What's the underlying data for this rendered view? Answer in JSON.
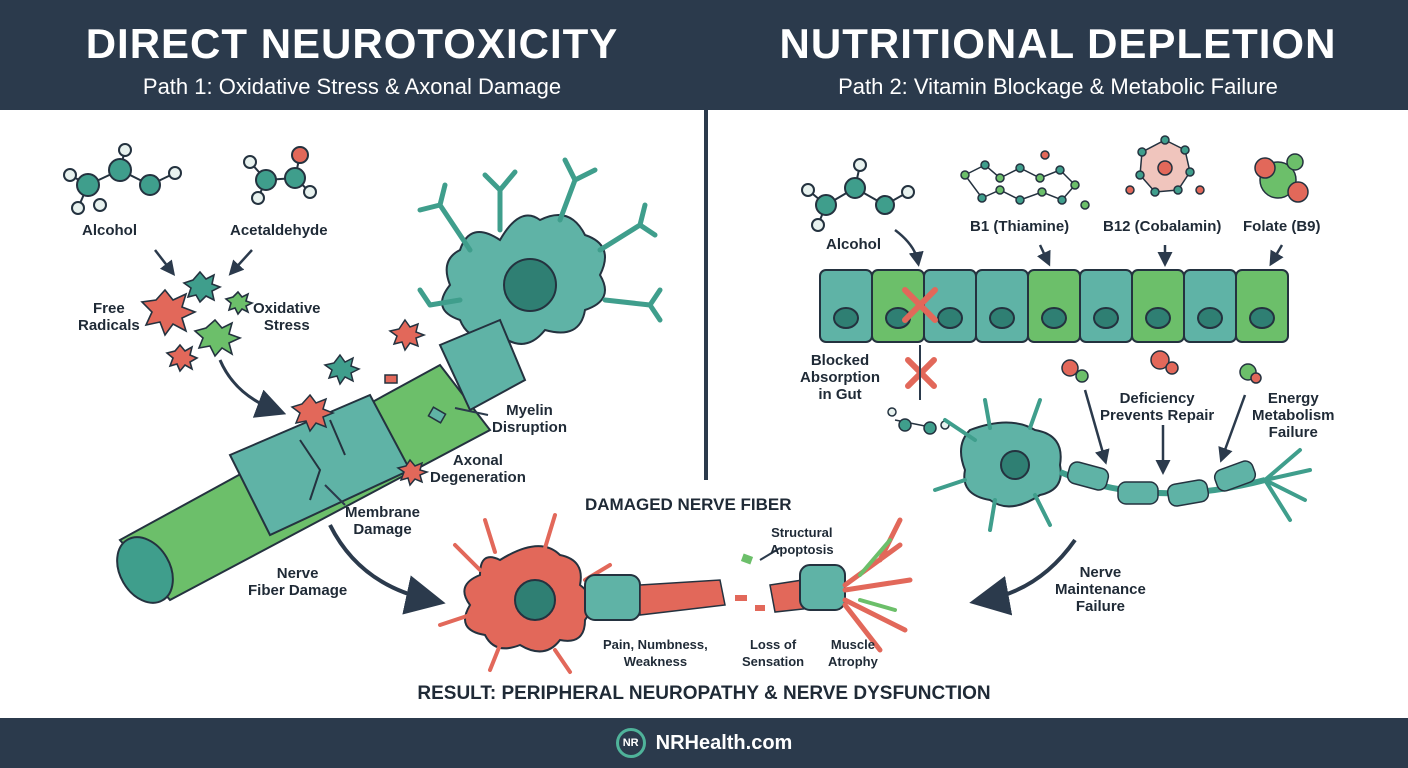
{
  "header": {
    "left_title": "DIRECT NEUROTOXICITY",
    "left_subtitle": "Path 1: Oxidative Stress & Axonal Damage",
    "right_title": "NUTRITIONAL DEPLETION",
    "right_subtitle": "Path 2: Vitamin Blockage & Metabolic Failure"
  },
  "left_labels": {
    "alcohol": "Alcohol",
    "acetaldehyde": "Acetaldehyde",
    "free_radicals": "Free\nRadicals",
    "oxidative_stress": "Oxidative\nStress",
    "myelin_disruption": "Myelin\nDisruption",
    "axonal_degeneration": "Axonal\nDegeneration",
    "membrane_damage": "Membrane\nDamage",
    "nerve_fiber_damage": "Nerve\nFiber Damage"
  },
  "right_labels": {
    "alcohol": "Alcohol",
    "b1": "B1 (Thiamine)",
    "b12": "B12 (Cobalamin)",
    "folate": "Folate (B9)",
    "blocked_absorption": "Blocked\nAbsorption\nin Gut",
    "deficiency": "Deficiency\nPrevents Repair",
    "energy": "Energy\nMetabolism\nFailure",
    "maintenance": "Nerve\nMaintenance\nFailure"
  },
  "center_labels": {
    "damaged_title": "DAMAGED NERVE FIBER",
    "structural_apoptosis": "Structural\nApoptosis",
    "pain": "Pain, Numbness,\nWeakness",
    "loss_sensation": "Loss of\nSensation",
    "muscle_atrophy": "Muscle\nAtrophy"
  },
  "result": "RESULT: PERIPHERAL NEUROPATHY & NERVE DYSFUNCTION",
  "footer": {
    "logo_text": "NR",
    "brand": "NRHealth.com"
  },
  "colors": {
    "header_bg": "#2b3a4c",
    "teal": "#3f9e8c",
    "green": "#6cbf6a",
    "damage_red": "#e2685a",
    "outline": "#24323f"
  }
}
